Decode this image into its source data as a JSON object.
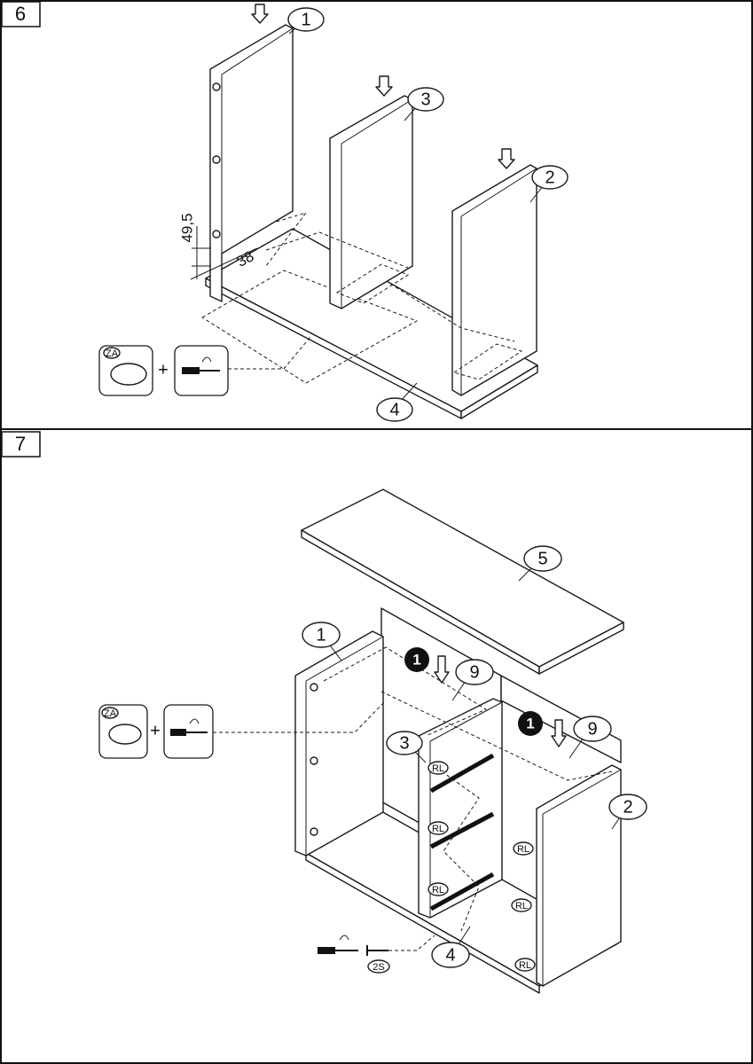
{
  "steps": [
    {
      "number": "6",
      "callouts": [
        "1",
        "3",
        "2",
        "4"
      ],
      "dimensions": {
        "vertical": "49,5",
        "horizontal": "38"
      },
      "fittings": {
        "dowel_code": "ZA",
        "plus": "+"
      }
    },
    {
      "number": "7",
      "callouts": [
        "5",
        "1",
        "9",
        "9",
        "3",
        "2",
        "4"
      ],
      "quantity_badges": [
        "1",
        "1"
      ],
      "fittings": {
        "dowel_code": "ZA",
        "plus": "+",
        "screw_code": "2S"
      },
      "rail_codes": [
        "RL",
        "RL",
        "RL",
        "RL",
        "RL",
        "RL"
      ]
    }
  ]
}
